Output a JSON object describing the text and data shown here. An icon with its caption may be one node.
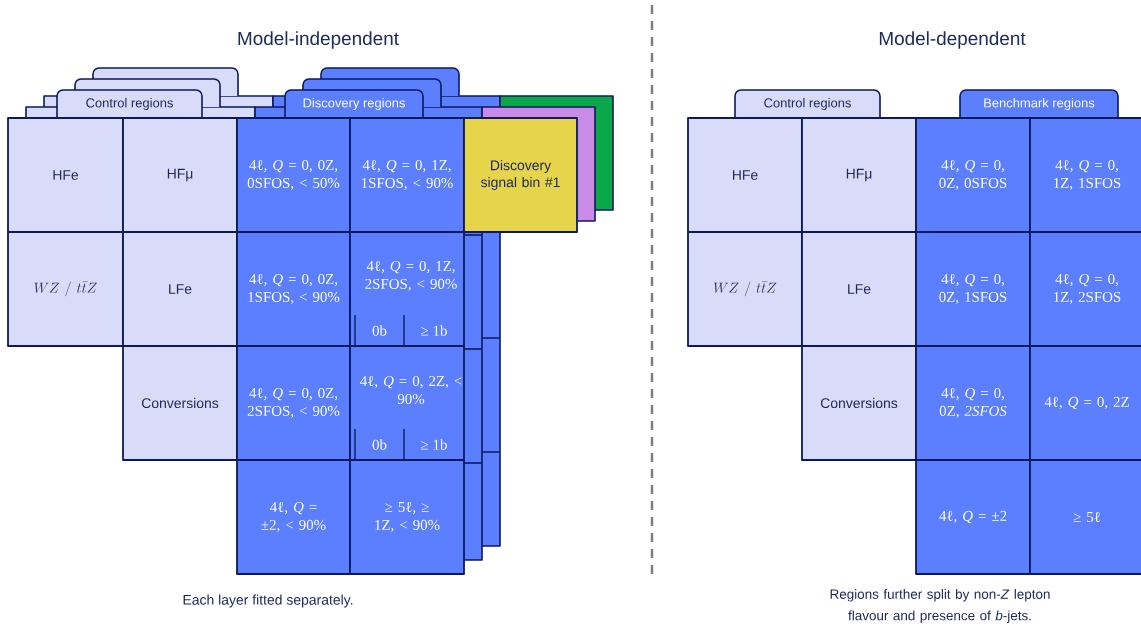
{
  "diagram": {
    "nodes": [
      {
        "text": [
          "Control regions"
        ]
      },
      {
        "text": [
          "Discovery regions"
        ]
      },
      {
        "text": [
          "HFe"
        ]
      },
      {
        "text": [
          "HFμ"
        ]
      },
      {
        "text": [
          "4ℓ, *Q* = 0, 0Z, 0SFOS, < 50%"
        ]
      },
      {
        "text": [
          "4ℓ, *Q* = 0, 1Z, 1SFOS, < 90%"
        ]
      },
      {
        "text": [
          "Discovery signal bin #1"
        ]
      },
      {
        "text": [
          "WZ\\ /\\ t\\bar{t}Z"
        ]
      },
      {
        "text": [
          "LFe"
        ]
      },
      {
        "text": [
          "4ℓ, *Q* = 0, 0Z, 1SFOS, < 90%"
        ]
      },
      {
        "text": [
          "4ℓ, *Q* = 0, 1Z, 2SFOS, < 90%"
        ]
      },
      {
        "text": [
          "0b"
        ],
        "in": 10
      },
      {
        "text": [
          "≥ 1b"
        ],
        "in": 10
      },
      {
        "text": [
          "Conversions"
        ]
      },
      {
        "text": [
          "4ℓ, *Q* = 0, 0Z, 2SFOS, < 90%"
        ]
      },
      {
        "text": [
          "4ℓ, *Q* = 0, 2Z, < 90%"
        ]
      },
      {
        "text": [
          "0b"
        ],
        "in": 15
      },
      {
        "text": [
          "≥ 1b"
        ],
        "in": 15
      },
      {
        "text": [
          "4ℓ, *Q* = ±2, < 90%"
        ]
      },
      {
        "text": [
          "≥ 5ℓ, ≥ 1Z, < 90%"
        ]
      },
      {
        "text": [
          "Control regions"
        ]
      },
      {
        "text": [
          "Benchmark regions"
        ]
      },
      {
        "text": [
          "HFe"
        ]
      },
      {
        "text": [
          "HFμ"
        ]
      },
      {
        "text": [
          "4ℓ, *Q* = 0, 0Z, 0SFOS"
        ]
      },
      {
        "text": [
          "4ℓ, *Q* = 0, 1Z, 1SFOS"
        ]
      },
      {
        "text": [
          "WZ\\ /\\ t\\bar{t}Z"
        ]
      },
      {
        "text": [
          "LFe"
        ]
      },
      {
        "text": [
          "4ℓ, *Q* = 0, 0Z, 1SFOS"
        ]
      },
      {
        "text": [
          "4ℓ, *Q* = 0, 1Z, 2SFOS"
        ]
      },
      {
        "text": [
          "Conversions"
        ]
      },
      {
        "text": [
          "4ℓ, *Q* = 0, 0Z, *2SFOS*"
        ]
      },
      {
        "text": [
          "4ℓ, *Q* = 0, 2Z"
        ]
      },
      {
        "text": [
          "4ℓ, *Q* = ±2"
        ]
      },
      {
        "text": [
          "≥ 5ℓ"
        ]
      },
      {
        "text": [],
        "shape": "tab"
      },
      {
        "text": [],
        "shape": "tab"
      },
      {
        "text": [],
        "shape": "tab"
      },
      {
        "text": [],
        "shape": "tab"
      },
      {
        "text": [],
        "shape": "box"
      },
      {
        "text": [],
        "shape": "box"
      }
    ],
    "labels": [
      "Model-independent",
      "Model-dependent",
      "Each layer fitted separately.",
      "Regions further split by non-*Z* lepton flavour and presence of *b*-jets."
    ]
  }
}
